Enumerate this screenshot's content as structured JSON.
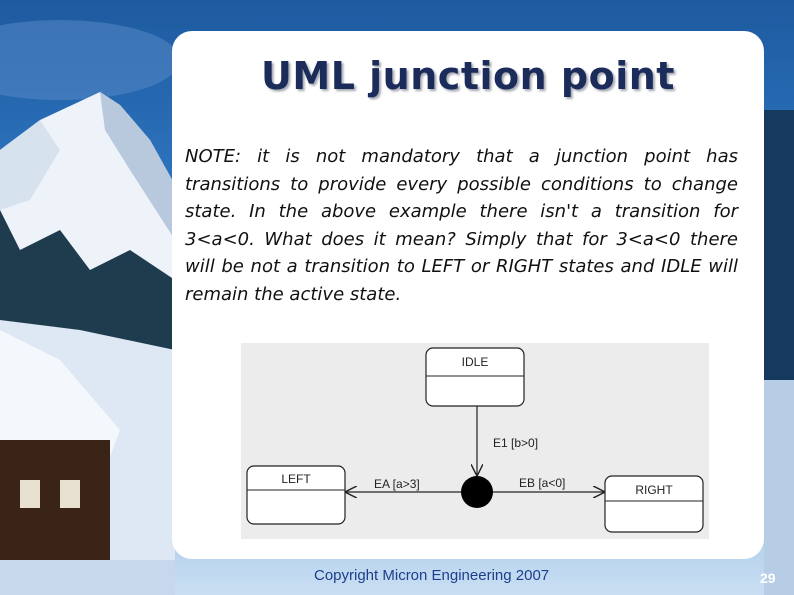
{
  "slide": {
    "title": "UML junction point",
    "note": "NOTE: it is not mandatory that a junction point has transitions to provide every possible conditions to change state. In the above example there isn't a transition for 3<a<0. What does it mean? Simply that for 3<a<0 there will be not a transition to LEFT or RIGHT states and IDLE will remain the active state.",
    "footer": "Copyright Micron Engineering 2007",
    "page_number": "29"
  },
  "diagram": {
    "states": {
      "idle": "IDLE",
      "left": "LEFT",
      "right": "RIGHT"
    },
    "transitions": {
      "e1": "E1 [b>0]",
      "ea": "EA [a>3]",
      "eb": "EB [a<0]"
    }
  },
  "colors": {
    "title": "#1b2b5a",
    "footer": "#1c3f8c",
    "card": "#ffffff",
    "diagram_bg": "#ececec"
  }
}
